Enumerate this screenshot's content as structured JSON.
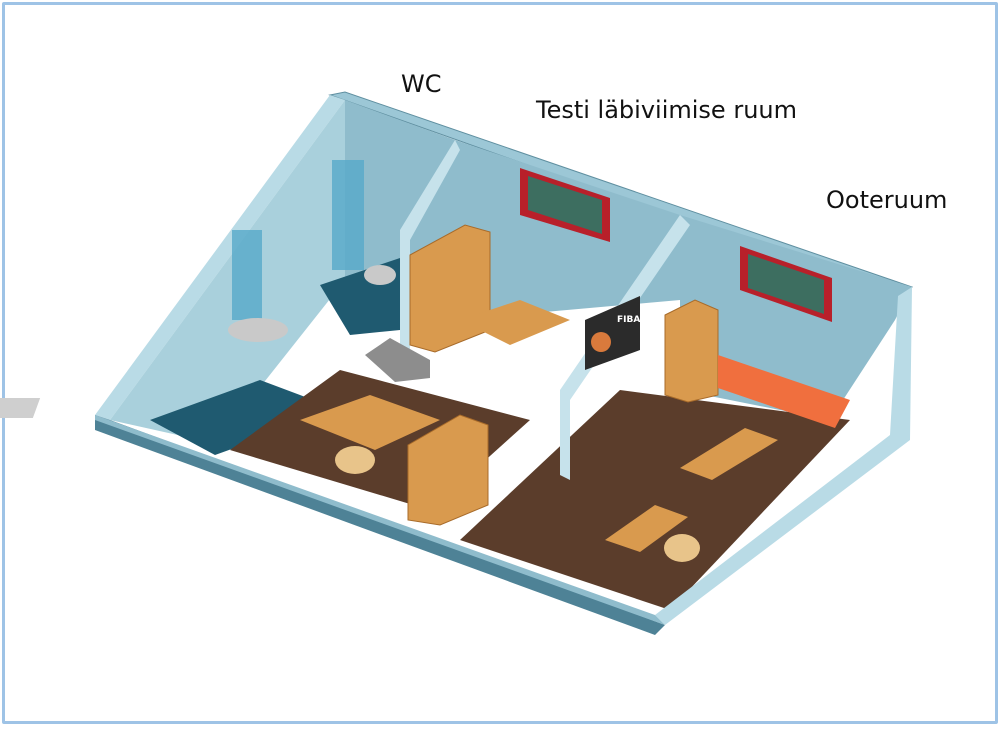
{
  "labels": {
    "wc": "WC",
    "test_room": "Testi läbiviimise ruum",
    "waiting_room": "Ooteruum"
  },
  "wall_sign": {
    "text": "FIBA"
  },
  "colors": {
    "frame": "#9ec3e6",
    "wall": "#8fbccc",
    "wall_dark": "#6fa1b3",
    "floor_wood": "#5b3d2b",
    "floor_tile": "#1f5a70",
    "cabinet": "#d99a4e",
    "bench": "#f06f3e",
    "window_frame": "#b8202a"
  }
}
